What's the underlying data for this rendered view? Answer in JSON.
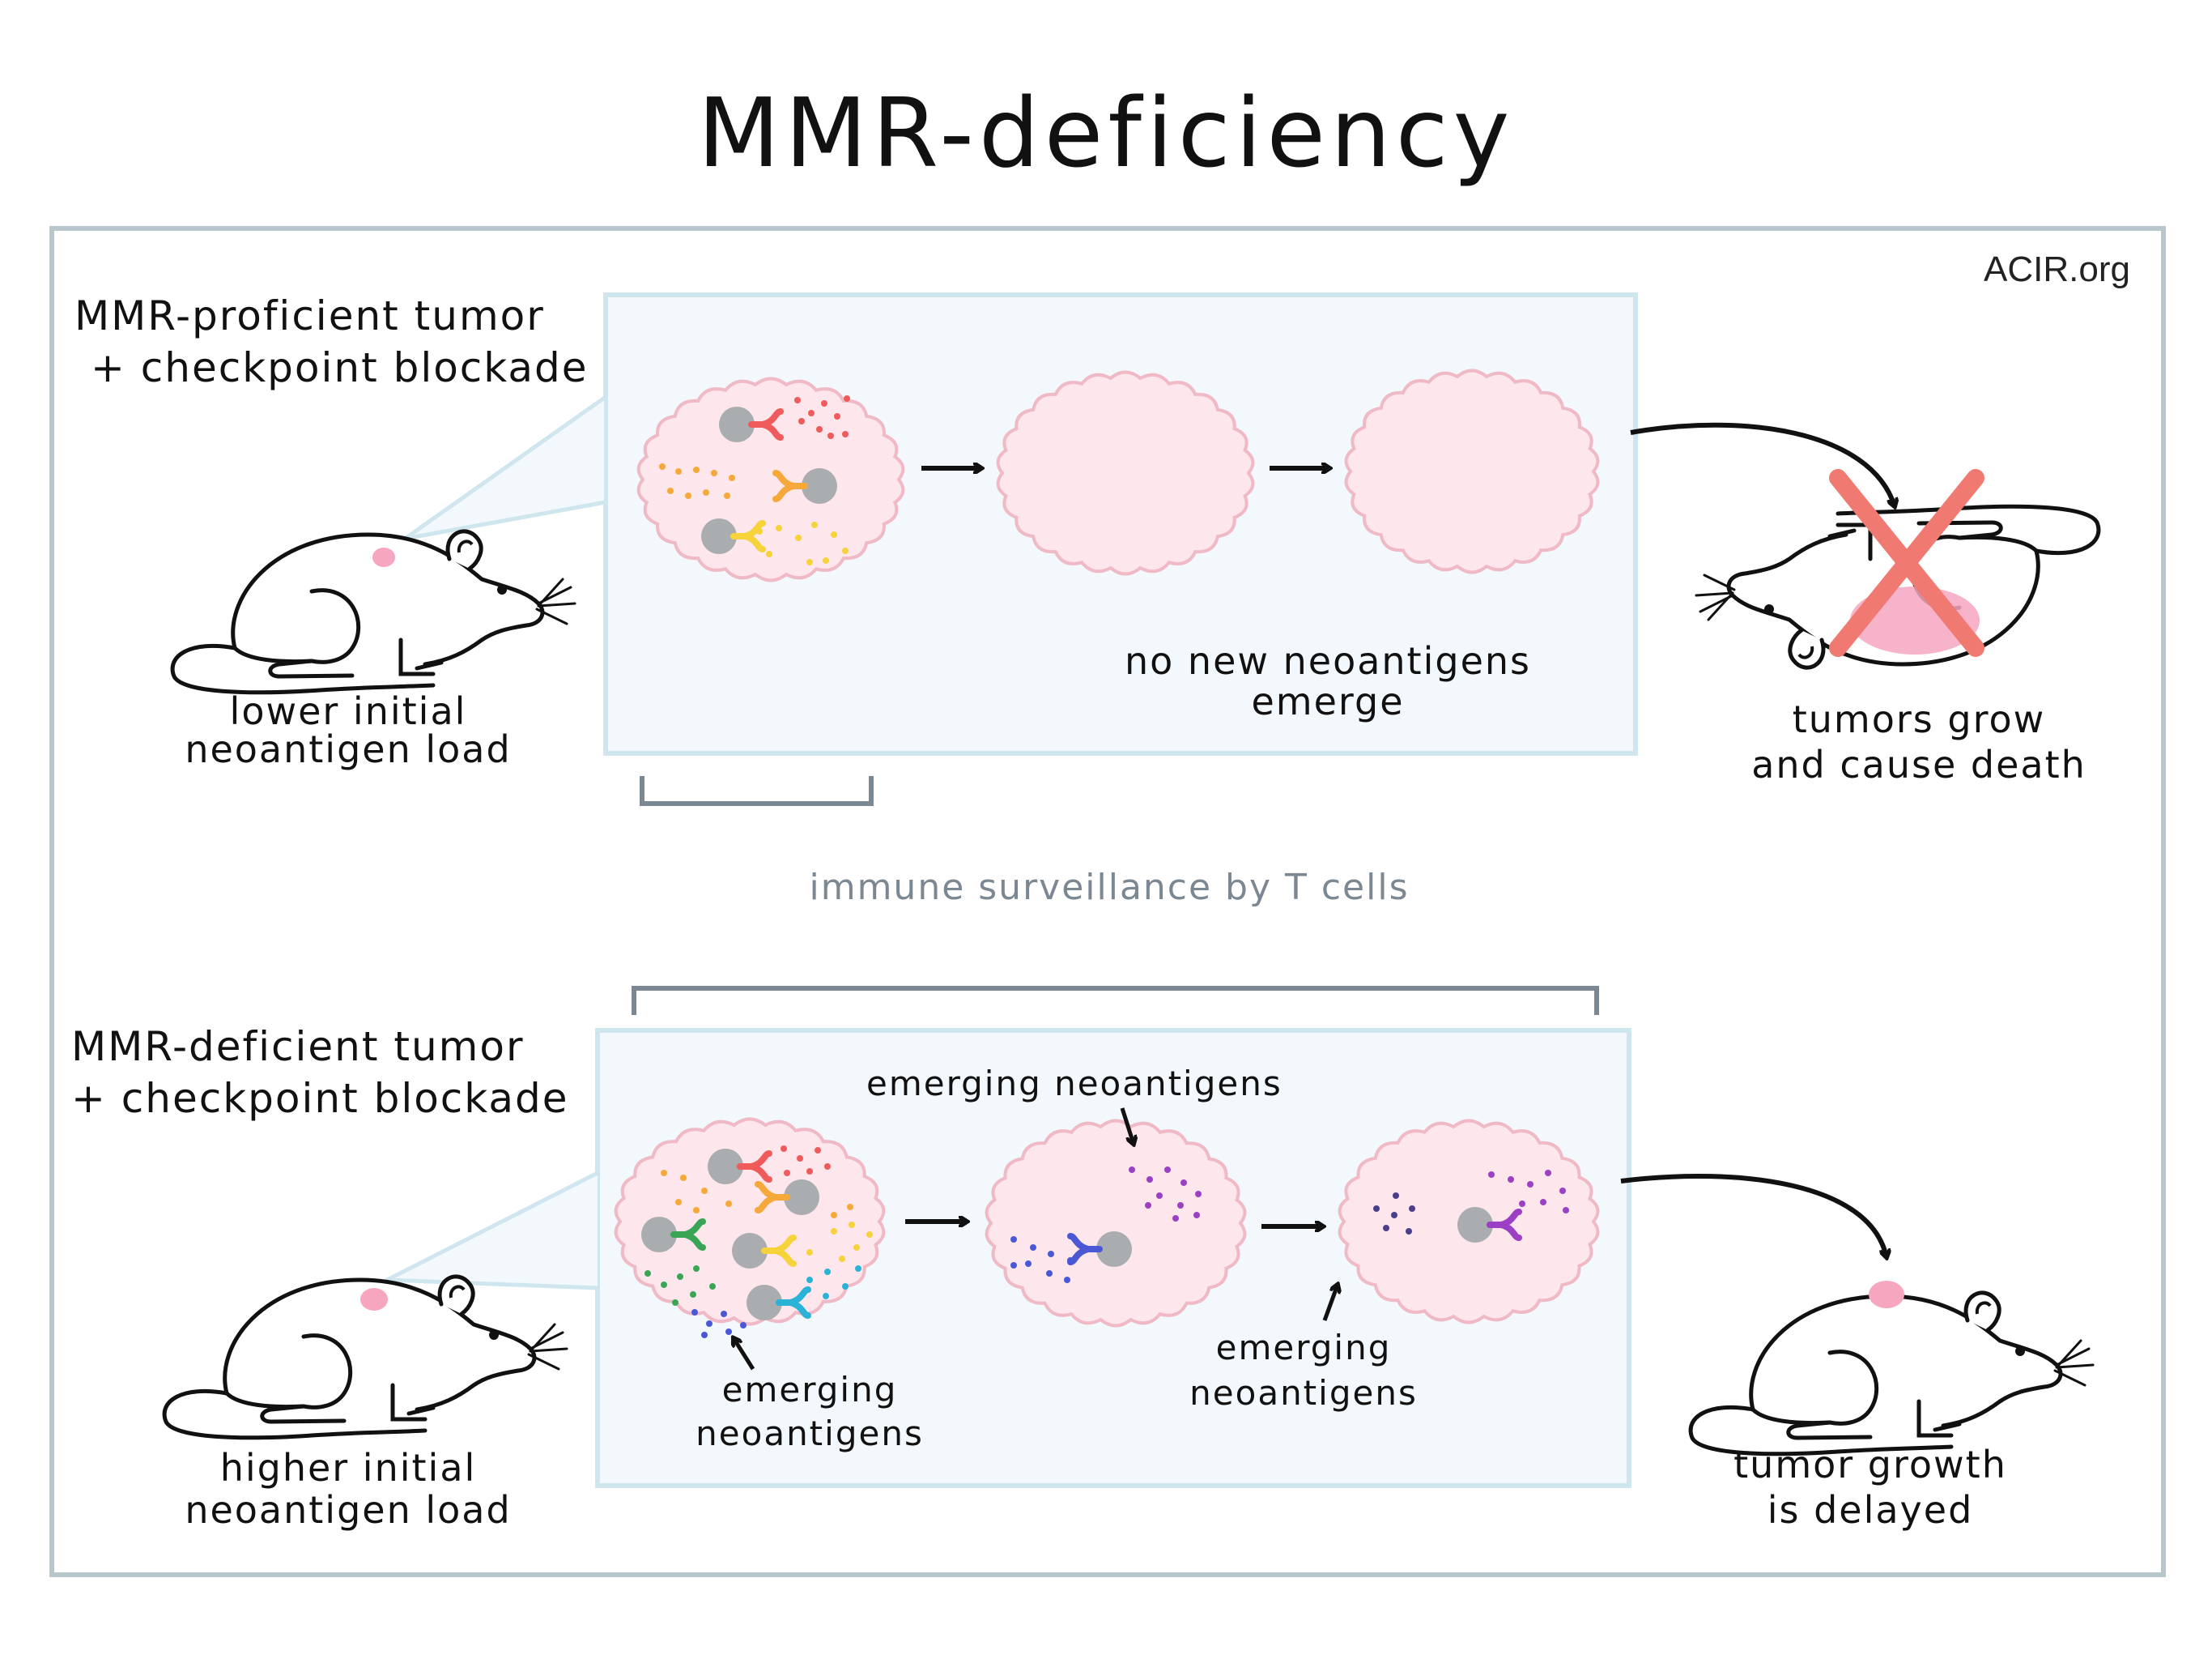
{
  "title": "MMR-deficiency",
  "credit": "ACIR.org",
  "top": {
    "heading_line1": "MMR-proficient tumor",
    "heading_line2": "+ checkpoint blockade",
    "mouse_caption_line1": "lower initial",
    "mouse_caption_line2": "neoantigen load",
    "panel_note_line1": "no new neoantigens",
    "panel_note_line2": "emerge",
    "outcome_line1": "tumors grow",
    "outcome_line2": "and cause death"
  },
  "middle": {
    "surveillance_label": "immune surveillance by T cells"
  },
  "bottom": {
    "heading_line1": "MMR-deficient tumor",
    "heading_line2": "+ checkpoint blockade",
    "mouse_caption_line1": "higher initial",
    "mouse_caption_line2": "neoantigen load",
    "emerging_top": "emerging neoantigens",
    "emerging_left_line1": "emerging",
    "emerging_left_line2": "neoantigens",
    "emerging_mid_line1": "emerging",
    "emerging_mid_line2": "neoantigens",
    "outcome_line1": "tumor growth",
    "outcome_line2": "is delayed"
  },
  "colors": {
    "frame": "#b9c6cc",
    "panel_fill": "#f2f8fb",
    "panel_border": "#cfe6ee",
    "tumor_fill": "#fde6ec",
    "tumor_stroke": "#f0b9c6",
    "tcell": "#a9adb0",
    "cross": "#f07a72",
    "bracket": "#7b8792",
    "antigen_red": "#ef5b5b",
    "antigen_orange": "#f6a93b",
    "antigen_yellow": "#f6d33b",
    "antigen_green": "#3aa655",
    "antigen_cyan": "#2ab3d6",
    "antigen_blue": "#4b58d6",
    "antigen_purple": "#9b3fc4"
  }
}
